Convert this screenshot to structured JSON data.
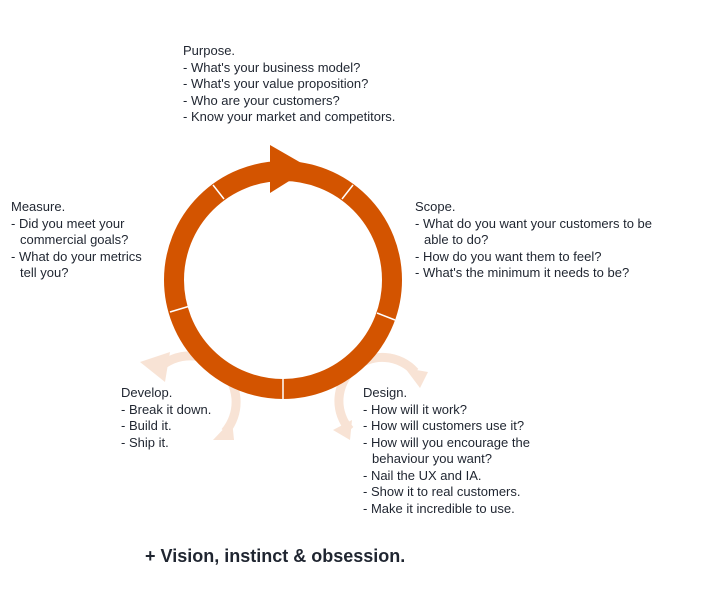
{
  "colors": {
    "cycle": "#d35400",
    "minor_cycle": "#f8e3d5",
    "text": "#1f2530"
  },
  "stages": {
    "purpose": {
      "title": "Purpose.",
      "items": [
        "- What's your business model?",
        "- What's your value proposition?",
        "- Who are your customers?",
        "- Know your market and competitors."
      ]
    },
    "scope": {
      "title": "Scope.",
      "items": [
        "- What do you want your customers to be able to do?",
        "- How do you want them to feel?",
        "- What's the minimum it needs to be?"
      ]
    },
    "design": {
      "title": "Design.",
      "items": [
        "- How will it work?",
        "- How will customers use it?",
        "- How will you encourage the behaviour you want?",
        "- Nail the UX and IA.",
        "- Show it to real customers.",
        "- Make it incredible to use."
      ]
    },
    "develop": {
      "title": "Develop.",
      "items": [
        "- Break it down.",
        "- Build it.",
        "- Ship it."
      ]
    },
    "measure": {
      "title": "Measure.",
      "items": [
        "- Did you meet your commercial goals?",
        "- What do your metrics tell you?"
      ]
    }
  },
  "tagline": "+ Vision, instinct & obsession."
}
